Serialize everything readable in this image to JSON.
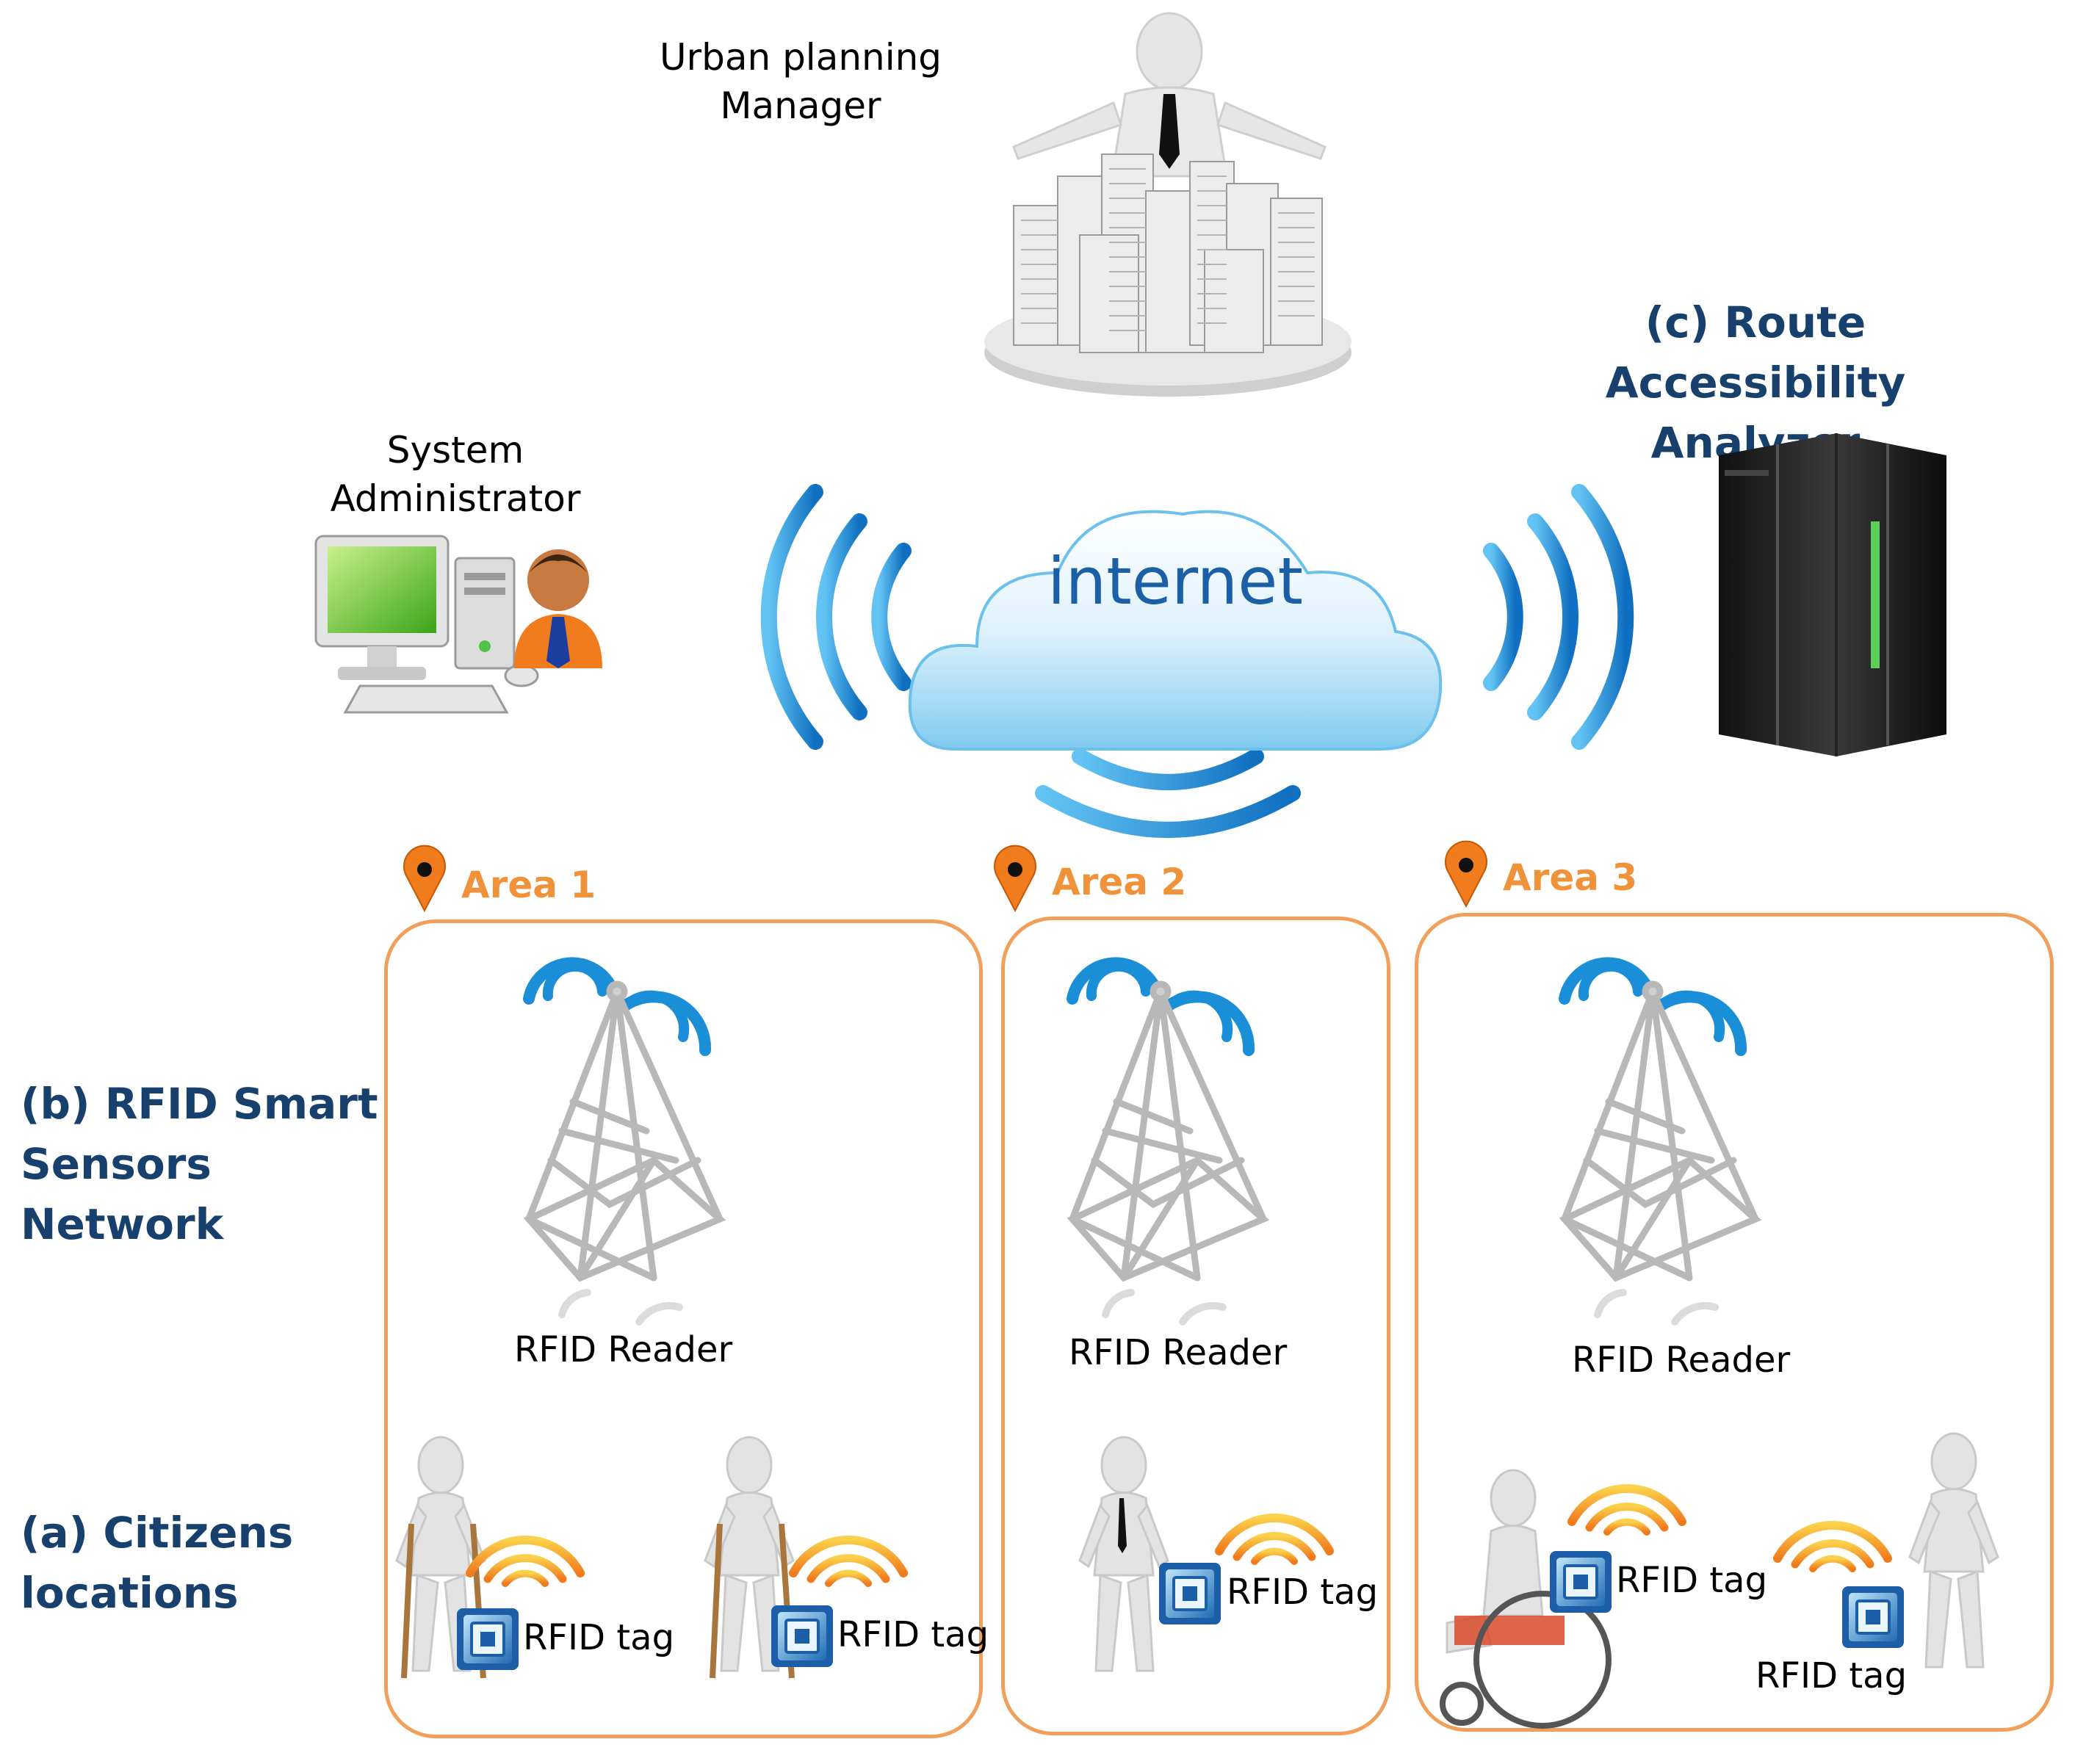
{
  "manager": {
    "line1": "Urban planning",
    "line2": "Manager"
  },
  "admin": {
    "line1": "System",
    "line2": "Administrator"
  },
  "cloud": {
    "label": "internet"
  },
  "analyzer": {
    "line1": "(c) Route Accessibility",
    "line2": "Analyzer"
  },
  "side_labels": {
    "b_line1": "(b) RFID Smart",
    "b_line2": "Sensors Network",
    "a_line1": "(a) Citizens",
    "a_line2": "locations"
  },
  "areas": [
    {
      "title": "Area 1",
      "reader": "RFID Reader",
      "tags": [
        "RFID tag",
        "RFID tag"
      ]
    },
    {
      "title": "Area 2",
      "reader": "RFID Reader",
      "tags": [
        "RFID tag"
      ]
    },
    {
      "title": "Area 3",
      "reader": "RFID Reader",
      "tags": [
        "RFID tag",
        "RFID tag"
      ]
    }
  ],
  "colors": {
    "area_border": "#f0a05a",
    "area_title": "#f0923a",
    "heading_blue": "#17406d",
    "wave_blue": "#1a8fd8",
    "tag_wave": "#f5a623"
  }
}
